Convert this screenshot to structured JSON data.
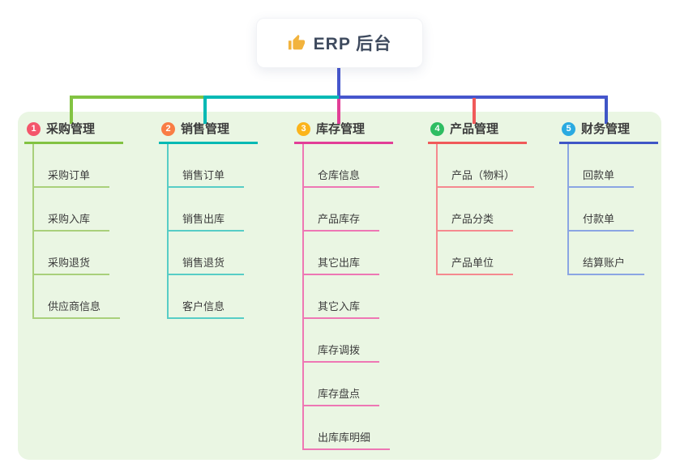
{
  "root": {
    "label": "ERP 后台",
    "icon": "thumbs-up-icon",
    "icon_color": "#f2b33d"
  },
  "colors": {
    "canvas_bg": "#ffffff",
    "panel_bg": "#eaf6e3",
    "stem": "#4656cd",
    "root_text": "#3e4a5e",
    "node_text": "#3c3c3c"
  },
  "branches": [
    {
      "num": "1",
      "label": "采购管理",
      "badge_color": "#f4566b",
      "line_color": "#82c342",
      "child_line_color": "#a9d07b",
      "children": [
        "采购订单",
        "采购入库",
        "采购退货",
        "供应商信息"
      ]
    },
    {
      "num": "2",
      "label": "销售管理",
      "badge_color": "#f97d45",
      "line_color": "#00b9b4",
      "child_line_color": "#57cdc6",
      "children": [
        "销售订单",
        "销售出库",
        "销售退货",
        "客户信息"
      ]
    },
    {
      "num": "3",
      "label": "库存管理",
      "badge_color": "#fbb41b",
      "line_color": "#e23e97",
      "child_line_color": "#ee77b4",
      "children": [
        "仓库信息",
        "产品库存",
        "其它出库",
        "其它入库",
        "库存调拨",
        "库存盘点",
        "出库库明细"
      ]
    },
    {
      "num": "4",
      "label": "产品管理",
      "badge_color": "#2ebd62",
      "line_color": "#f05a5a",
      "child_line_color": "#f5898f",
      "children": [
        "产品（物料）",
        "产品分类",
        "产品单位"
      ]
    },
    {
      "num": "5",
      "label": "财务管理",
      "badge_color": "#2aaae1",
      "line_color": "#3f56c6",
      "child_line_color": "#8ba5e3",
      "children": [
        "回款单",
        "付款单",
        "结算账户"
      ]
    }
  ]
}
